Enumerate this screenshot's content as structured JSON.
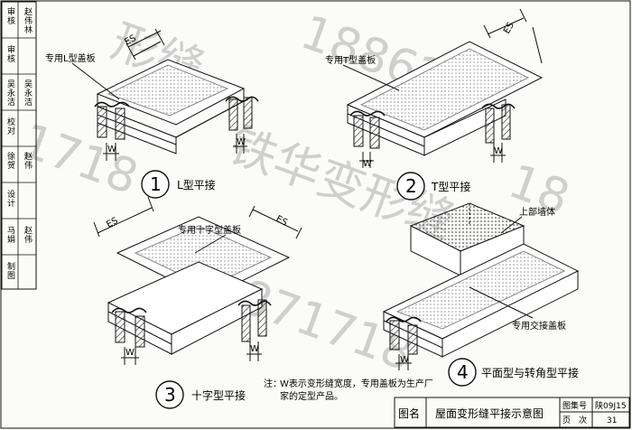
{
  "side_panel": {
    "rows": [
      {
        "label": "审核",
        "signature": "赵伟林"
      },
      {
        "label": "审核",
        "signature": ""
      },
      {
        "label": "吴永洁",
        "signature": "吴永洁"
      },
      {
        "label": "校对",
        "signature": ""
      },
      {
        "label": "徐贺",
        "signature": "赵伟"
      },
      {
        "label": "设计",
        "signature": ""
      },
      {
        "label": "马娟",
        "signature": "赵伟"
      },
      {
        "label": "制图",
        "signature": ""
      }
    ]
  },
  "details": [
    {
      "number": "1",
      "caption": "L型平接",
      "label": "专用L型盖板"
    },
    {
      "number": "2",
      "caption": "T型平接",
      "label": "专用T型盖板"
    },
    {
      "number": "3",
      "caption": "十字型平接",
      "label": "专用十字型盖板"
    },
    {
      "number": "4",
      "caption": "平面型与转角型平接",
      "label": "专用交接盖板",
      "label2": "上部墙体"
    }
  ],
  "dimension_labels": {
    "es": "ES",
    "w": "W"
  },
  "note": {
    "prefix": "注：",
    "lines": [
      "W表示变形缝宽度，专用盖板为生产厂",
      "家的定型产品。"
    ]
  },
  "title_block": {
    "name_label": "图名",
    "title": "屋面变形缝平接示意图",
    "atlas_label": "图集号",
    "atlas_no": "陕09J15",
    "page_label": "页　次",
    "page_no": "31"
  },
  "watermarks": [
    "形缝",
    "18862",
    "1718",
    "铁华变形缝",
    "18",
    "18871718"
  ]
}
